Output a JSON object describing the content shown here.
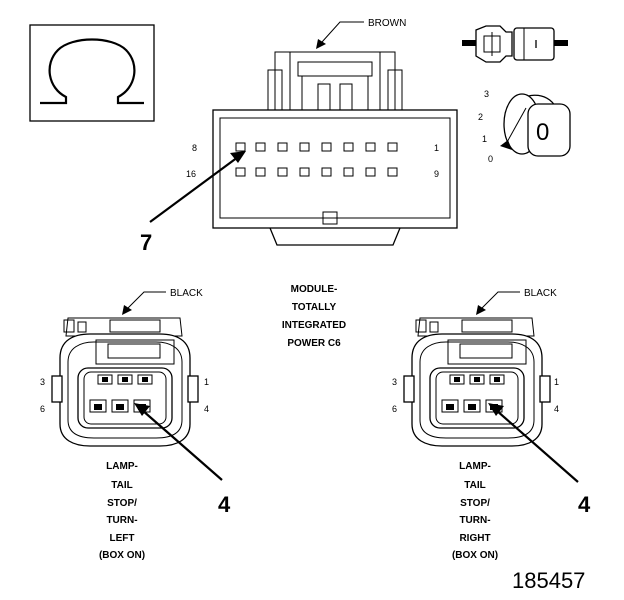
{
  "symbol": {
    "icon": "ohm-icon",
    "glyph": "Ω"
  },
  "top_connector": {
    "color_label": "BROWN",
    "pin_left_top": "8",
    "pin_right_top": "1",
    "pin_left_bottom": "16",
    "pin_right_bottom": "9",
    "callout": "7"
  },
  "dial": {
    "positions": [
      "3",
      "2",
      "1",
      "0"
    ],
    "knob": "0"
  },
  "left_connector": {
    "color_label": "BLACK",
    "pin_left_top": "3",
    "pin_left_bottom": "6",
    "pin_right_top": "1",
    "pin_right_bottom": "4",
    "callout": "4",
    "caption": [
      "LAMP-",
      "TAIL",
      "STOP/",
      "TURN-",
      "LEFT",
      "(BOX ON)"
    ]
  },
  "right_connector": {
    "color_label": "BLACK",
    "pin_left_top": "3",
    "pin_left_bottom": "6",
    "pin_right_top": "1",
    "pin_right_bottom": "4",
    "callout": "4",
    "caption": [
      "LAMP-",
      "TAIL",
      "STOP/",
      "TURN-",
      "RIGHT",
      "(BOX ON)"
    ]
  },
  "module_caption": [
    "MODULE-",
    "TOTALLY",
    "INTEGRATED",
    "POWER C6"
  ],
  "figure_number": "185457"
}
